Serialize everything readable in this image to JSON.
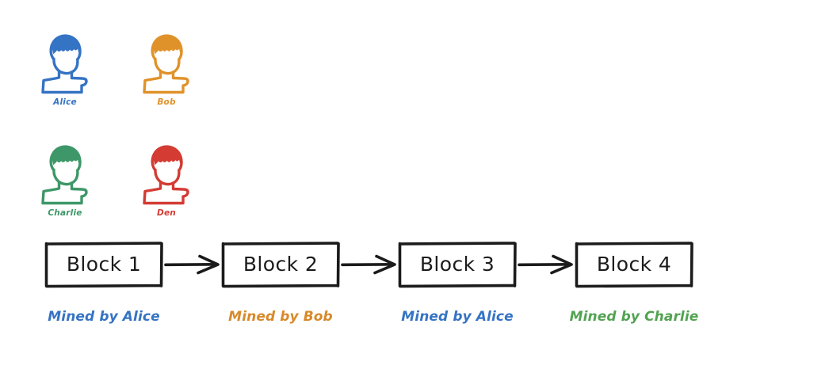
{
  "canvas": {
    "background": "#ffffff",
    "title": "Blockchain mining participants diagram"
  },
  "palette": {
    "alice": "#3573c4",
    "bob": "#e0922a",
    "charlie": "#3e9768",
    "den": "#d33b33",
    "caption_alice": "#3573c4",
    "caption_bob": "#d8892a",
    "caption_charlie": "#52a351",
    "stroke_dark": "#1b1b1b"
  },
  "participants": [
    {
      "name": "Alice",
      "label": "Alice",
      "color": "#3573c4",
      "icon": "person-avatar-icon"
    },
    {
      "name": "Bob",
      "label": "Bob",
      "color": "#e0922a",
      "icon": "person-avatar-icon"
    },
    {
      "name": "Charlie",
      "label": "Charlie",
      "color": "#3e9768",
      "icon": "person-avatar-icon"
    },
    {
      "name": "Den",
      "label": "Den",
      "color": "#d33b33",
      "icon": "person-avatar-icon"
    }
  ],
  "chain": {
    "arrow_icon": "arrow-right-icon",
    "blocks": [
      {
        "label": "Block 1",
        "caption": "Mined by Alice",
        "miner": "Alice",
        "caption_color": "#3573c4"
      },
      {
        "label": "Block 2",
        "caption": "Mined by Bob",
        "miner": "Bob",
        "caption_color": "#d8892a"
      },
      {
        "label": "Block 3",
        "caption": "Mined by Alice",
        "miner": "Alice",
        "caption_color": "#3573c4"
      },
      {
        "label": "Block 4",
        "caption": "Mined by Charlie",
        "miner": "Charlie",
        "caption_color": "#52a351"
      }
    ]
  }
}
